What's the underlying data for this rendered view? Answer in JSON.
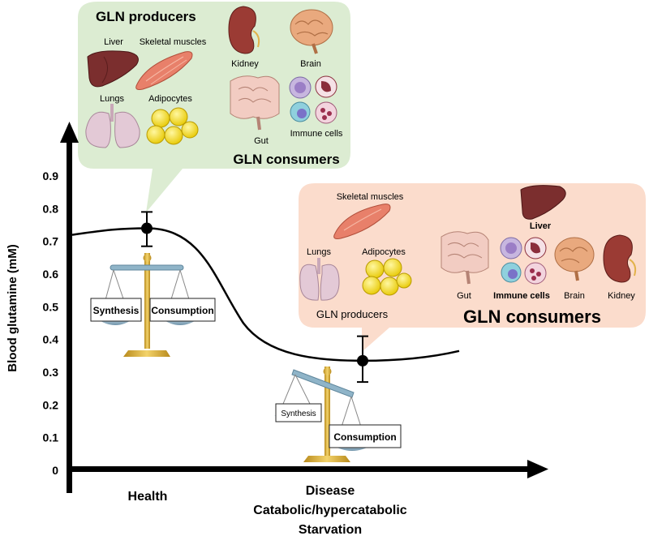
{
  "chart_data": {
    "type": "line",
    "ylabel": "Blood glutamine (mM)",
    "yticks": [
      "0",
      "0.1",
      "0.2",
      "0.3",
      "0.4",
      "0.5",
      "0.6",
      "0.7",
      "0.8",
      "0.9"
    ],
    "ylim": [
      0,
      1.0
    ],
    "points": [
      {
        "condition": "Health",
        "y": 0.74,
        "err_low": 0.685,
        "err_high": 0.79
      },
      {
        "condition": "Disease",
        "y": 0.335,
        "err_low": 0.27,
        "err_high": 0.41
      }
    ],
    "curve_start": 0.72,
    "curve_end": 0.365,
    "xlabels": {
      "health": "Health",
      "disease": [
        "Disease",
        "Catabolic/hypercatabolic",
        "Starvation"
      ]
    }
  },
  "health_box": {
    "producers_title": "GLN producers",
    "consumers_title": "GLN consumers",
    "producers": {
      "liver": "Liver",
      "skeletal": "Skeletal muscles",
      "lungs": "Lungs",
      "adipocytes": "Adipocytes"
    },
    "consumers": {
      "kidney": "Kidney",
      "brain": "Brain",
      "gut": "Gut",
      "immune": "Immune cells"
    }
  },
  "disease_box": {
    "producers_title": "GLN producers",
    "consumers_title": "GLN consumers",
    "producers": {
      "skeletal": "Skeletal muscles",
      "lungs": "Lungs",
      "adipocytes": "Adipocytes"
    },
    "consumers": {
      "liver": "Liver",
      "gut": "Gut",
      "immune": "Immune cells",
      "brain": "Brain",
      "kidney": "Kidney"
    }
  },
  "scale_health": {
    "left": "Synthesis",
    "right": "Consumption"
  },
  "scale_disease": {
    "left": "Synthesis",
    "right": "Consumption"
  },
  "colors": {
    "health_box": "#dcecd2",
    "disease_box": "#fbdccc",
    "axis": "#000000",
    "gold": "#d9b43a",
    "pan": "#8fb4c8"
  }
}
